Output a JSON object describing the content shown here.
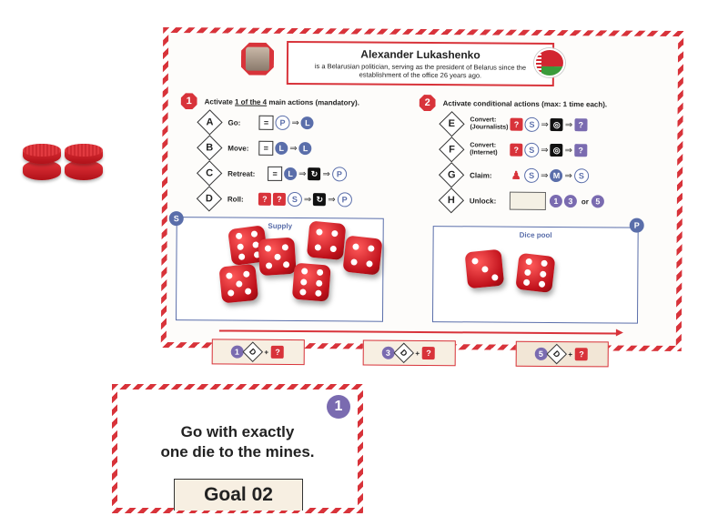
{
  "board": {
    "title": "Alexander Lukashenko",
    "subtitle": "is a Belarusian politician, serving as the president of Belarus since the establishment of the office 26 years ago.",
    "step1": {
      "num": "1",
      "text_pre": "Activate ",
      "text_u": "1 of the 4",
      "text_post": " main actions (mandatory)."
    },
    "step2": {
      "num": "2",
      "text": "Activate conditional actions (max: 1 time each)."
    },
    "main_actions": [
      {
        "letter": "A",
        "label": "Go:"
      },
      {
        "letter": "B",
        "label": "Move:"
      },
      {
        "letter": "C",
        "label": "Retreat:"
      },
      {
        "letter": "D",
        "label": "Roll:"
      }
    ],
    "cond_actions": [
      {
        "letter": "E",
        "label": "Convert: (Journalists)"
      },
      {
        "letter": "F",
        "label": "Convert: (Internet)"
      },
      {
        "letter": "G",
        "label": "Claim:"
      },
      {
        "letter": "H",
        "label": "Unlock:"
      }
    ],
    "tokens": {
      "eq": "=",
      "p": "P",
      "l": "L",
      "s": "S",
      "m": "M",
      "q": "?",
      "d": "D",
      "plus": "+",
      "or": "or",
      "n1": "1",
      "n3": "3",
      "n5": "5"
    },
    "supply": {
      "tag": "S",
      "title": "Supply"
    },
    "pool": {
      "tag": "P",
      "title": "Dice pool"
    },
    "goal_tabs": [
      {
        "num": "1",
        "d": "D",
        "plus": "+",
        "q": "?"
      },
      {
        "num": "3",
        "d": "D",
        "plus": "+",
        "q": "?"
      },
      {
        "num": "5",
        "d": "D",
        "plus": "+",
        "q": "?"
      }
    ],
    "colors": {
      "red": "#d8333a",
      "blue": "#5a6eaa",
      "purple": "#7a6bb0"
    }
  },
  "supply_dice": [
    6,
    4,
    5,
    4,
    5,
    6
  ],
  "pool_dice": [
    3,
    6
  ],
  "card": {
    "number": "1",
    "text_line1": "Go with exactly",
    "text_line2": "one die to the mines.",
    "goal": "Goal 02"
  }
}
